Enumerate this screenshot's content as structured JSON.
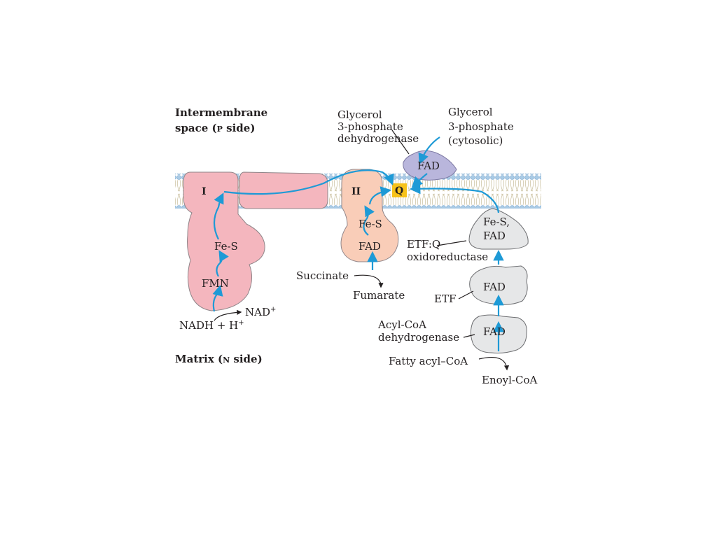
{
  "regions": {
    "p_side_line1": "Intermembrane",
    "p_side_line2_pre": "space (",
    "p_side_sc": "P",
    "p_side_line2_post": " side)",
    "n_side_pre": "Matrix (",
    "n_side_sc": "N",
    "n_side_post": " side)"
  },
  "complexes": {
    "complex1": {
      "roman": "I",
      "fes": "Fe-S",
      "fmn": "FMN"
    },
    "complex2": {
      "roman": "II",
      "fes": "Fe-S",
      "fad": "FAD"
    },
    "g3pdh": {
      "fad": "FAD"
    },
    "etfqo": {
      "fes": "Fe-S,",
      "fad": "FAD"
    },
    "etf": {
      "fad": "FAD"
    },
    "acyl": {
      "fad": "FAD"
    },
    "q": "Q"
  },
  "labels": {
    "g3pdh_1": "Glycerol",
    "g3pdh_2": "3-phosphate",
    "g3pdh_3": "dehydrogenase",
    "g3p_1": "Glycerol",
    "g3p_2": "3-phosphate",
    "g3p_3": "(cytosolic)",
    "etfqo_1": "ETF:Q",
    "etfqo_2": "oxidoreductase",
    "etf": "ETF",
    "acyl_1": "Acyl-CoA",
    "acyl_2": "dehydrogenase",
    "fatty": "Fatty acyl–CoA",
    "enoyl": "Enoyl-CoA",
    "succinate": "Succinate",
    "fumarate": "Fumarate",
    "nadh": "NADH + H",
    "nadh_sup": "+",
    "nad": "NAD",
    "nad_sup": "+"
  },
  "colors": {
    "complex_pink": "#f4b6be",
    "complex2_peach": "#f9cdb8",
    "g3pdh_purple": "#b9b6dc",
    "gray_protein": "#e6e7e8",
    "q_yellow": "#f7c21a",
    "arrow_blue": "#1e9ad6"
  }
}
